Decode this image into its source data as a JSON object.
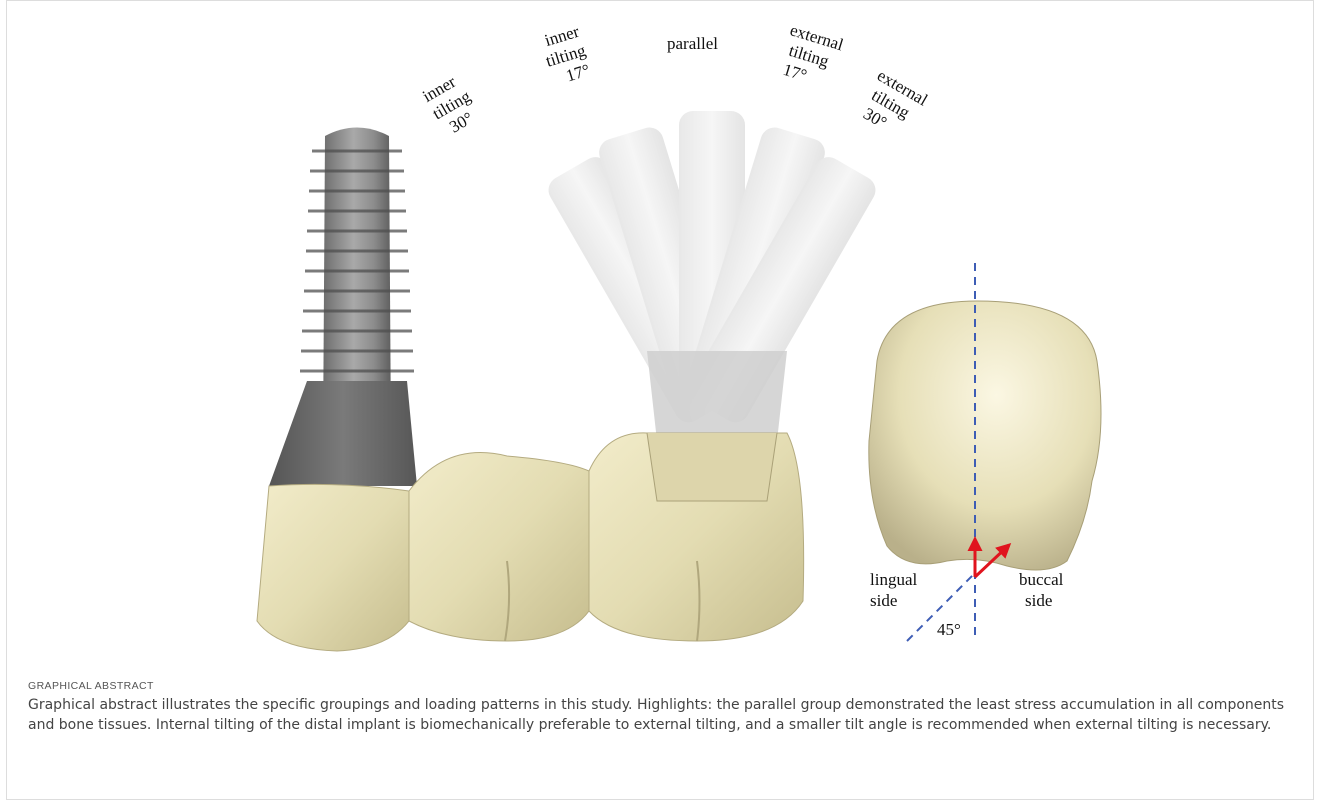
{
  "figure": {
    "labels": {
      "inner30": [
        "inner",
        "tilting",
        "30°"
      ],
      "inner17": [
        "inner",
        "tilting",
        "17°"
      ],
      "parallel": "parallel",
      "external17": [
        "external",
        "tilting",
        "17°"
      ],
      "external30": [
        "external",
        "tilting",
        "30°"
      ],
      "lingual": [
        "lingual",
        "side"
      ],
      "buccal": [
        "buccal",
        "side"
      ],
      "angle": "45°"
    },
    "colors": {
      "crown": "#e3dcb2",
      "crown_shadow": "#c6bd8e",
      "implant_metal": "#8e8e8e",
      "abutment": "#6b6b6b",
      "ghost": "#bfbfbf",
      "axis": "#3e5db5",
      "load_arrow": "#e0141e"
    },
    "icons": [
      "implant-model",
      "crown-bridge",
      "molar-crown",
      "load-arrow"
    ]
  },
  "caption": {
    "kicker": "GRAPHICAL ABSTRACT",
    "text": "Graphical abstract illustrates the specific groupings and loading patterns in this study. Highlights: the parallel group demonstrated the least stress accumulation in all components and bone tissues. Internal tilting of the distal implant is biomechanically preferable to external tilting, and a smaller tilt angle is recommended when external tilting is necessary."
  }
}
